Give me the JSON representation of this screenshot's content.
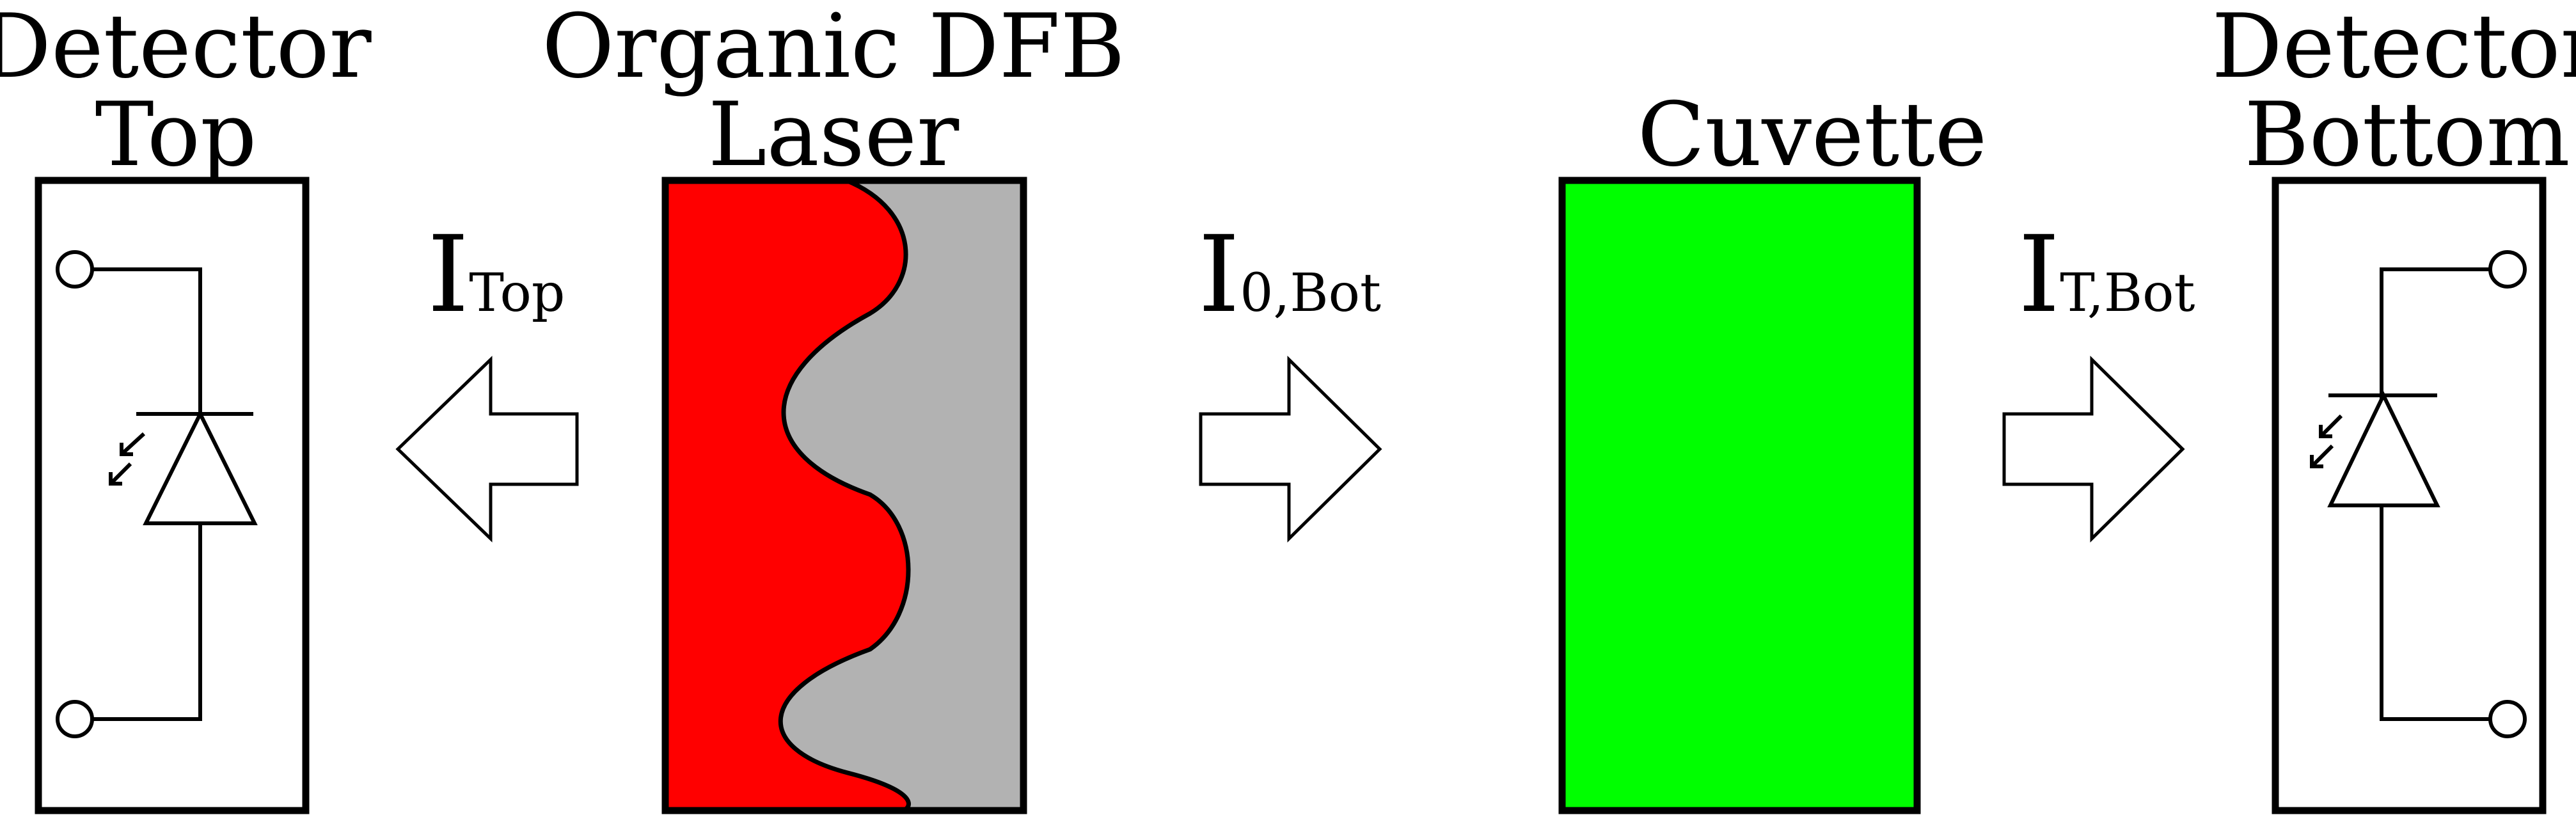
{
  "detector_top": {
    "label_line1": "Detector",
    "label_line2": "Top"
  },
  "laser": {
    "label_line1": "Organic DFB",
    "label_line2": "Laser",
    "grating_color": "#ff0000",
    "substrate_color": "#b2b2b2"
  },
  "cuvette": {
    "label": "Cuvette",
    "color": "#00ff00"
  },
  "detector_bottom": {
    "label_line1": "Detector",
    "label_line2": "Bottom"
  },
  "beams": {
    "top": {
      "main": "I",
      "sub": "Top",
      "direction": "left"
    },
    "zero_bottom": {
      "main": "I",
      "sub": "0,Bot",
      "direction": "right"
    },
    "transmitted_bottom": {
      "main": "I",
      "sub": "T,Bot",
      "direction": "right"
    }
  }
}
